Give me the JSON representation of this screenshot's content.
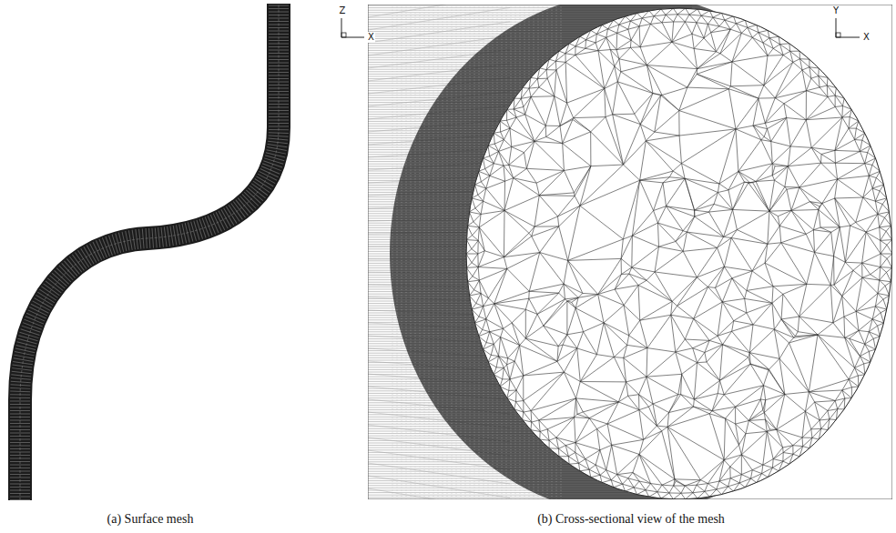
{
  "diagram": {
    "labels": [
      "Z",
      "X",
      "Y",
      "X",
      "(a) Surface mesh",
      "(b) Cross-sectional view of the mesh"
    ]
  }
}
